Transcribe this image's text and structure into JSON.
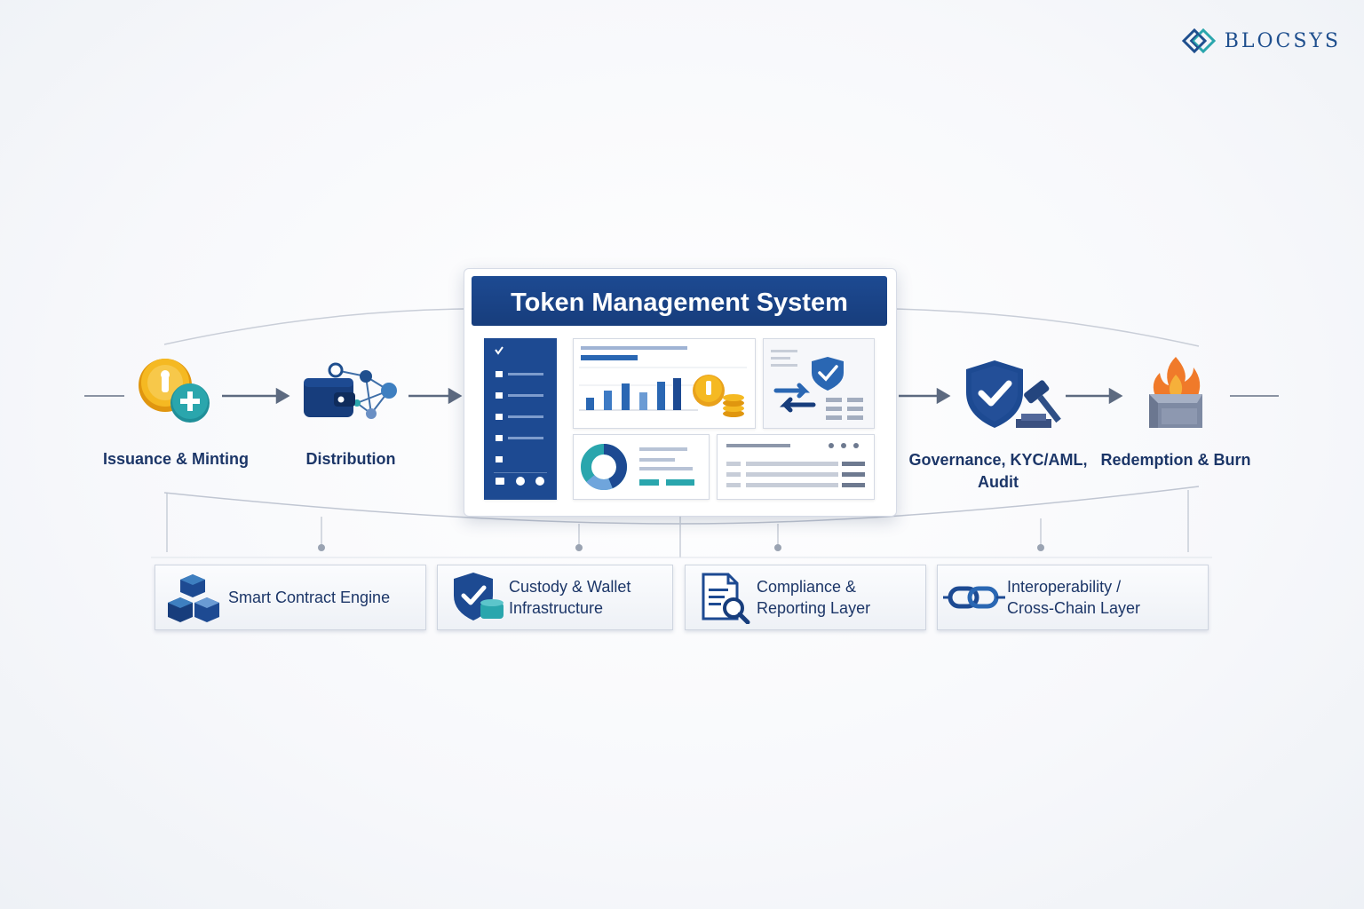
{
  "brand": {
    "name": "BLOCSYS"
  },
  "center": {
    "title": "Token Management System"
  },
  "stages": [
    {
      "label": "Issuance & Minting",
      "icon": "coin-plus-icon"
    },
    {
      "label": "Distribution",
      "icon": "wallet-network-icon"
    },
    {
      "label": "Governance, KYC/AML,",
      "label2": "Audit",
      "icon": "shield-gavel-icon"
    },
    {
      "label": "Redemption & Burn",
      "icon": "burn-box-icon"
    }
  ],
  "components": [
    {
      "line1": "Smart Contract Engine",
      "line2": "",
      "icon": "cubes-icon"
    },
    {
      "line1": "Custody & Wallet",
      "line2": "Infrastructure",
      "icon": "shield-wallet-icon"
    },
    {
      "line1": "Compliance &",
      "line2": "Reporting Layer",
      "icon": "document-search-icon"
    },
    {
      "line1": "Interoperability /",
      "line2": "Cross-Chain Layer",
      "icon": "chain-link-icon"
    }
  ],
  "colors": {
    "navy": "#1c3668",
    "blue": "#1d4a92",
    "teal": "#2aa6ad",
    "gold": "#f2b11f",
    "flame": "#f07a2a"
  }
}
